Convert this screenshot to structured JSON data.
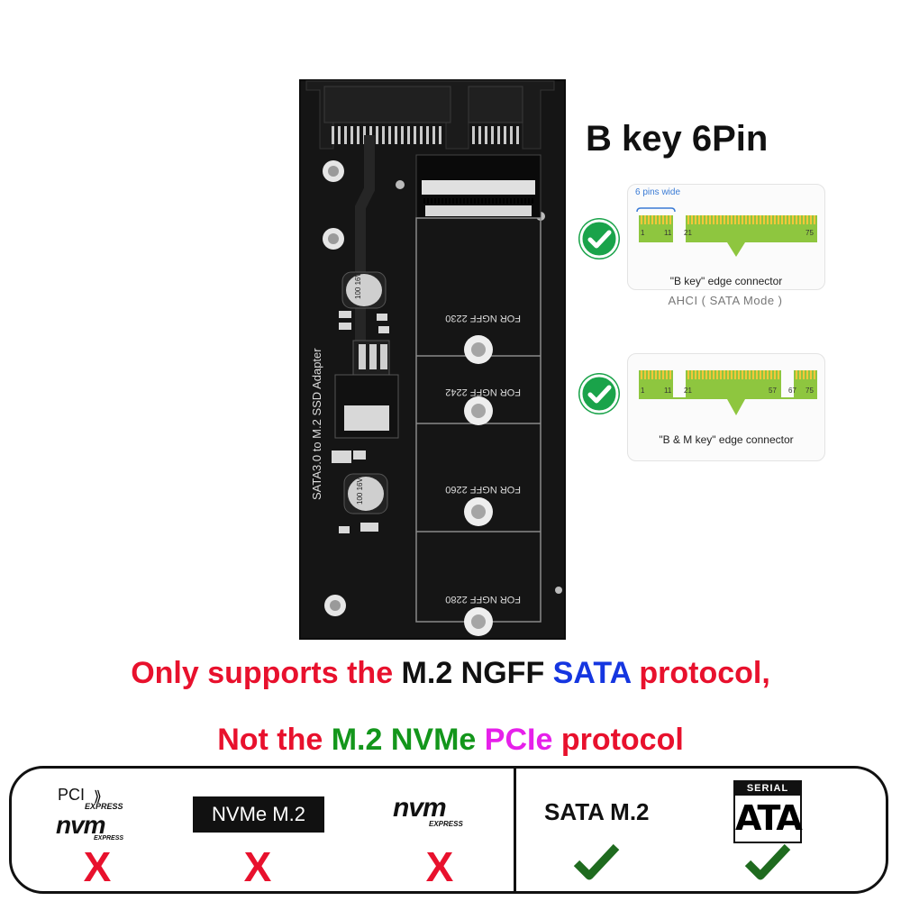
{
  "board": {
    "vertical_label": "SATA3.0 to M.2 SSD Adapter",
    "slot_labels": [
      "FOR NGFF 2230",
      "FOR NGFF 2242",
      "FOR NGFF 2260",
      "FOR NGFF 2280"
    ],
    "cap_label": "100 16V"
  },
  "right_panel": {
    "title": "B key 6Pin",
    "card_b": {
      "top_note": "6 pins wide",
      "pin_numbers": [
        "1",
        "11",
        "21",
        "75"
      ],
      "caption": "\"B key\" edge connector",
      "subcaption": "AHCI ( SATA Mode )"
    },
    "card_bm": {
      "pin_numbers": [
        "1",
        "11",
        "21",
        "57",
        "67",
        "75"
      ],
      "caption": "\"B & M key\" edge connector"
    }
  },
  "headline": {
    "line1": {
      "part1": "Only supports the ",
      "part2": "M.2 NGFF ",
      "part3": "SATA",
      "part4": " protocol,"
    },
    "line2": {
      "part1": "Not the ",
      "part2": "M.2 NVMe ",
      "part3": "PCIe",
      "part4": " protocol"
    }
  },
  "compatibility": {
    "unsupported": [
      {
        "logo_line1": "PCI",
        "logo_line2": "EXPRESS",
        "logo_line3": "nvm",
        "logo_line4": "EXPRESS",
        "mark": "X"
      },
      {
        "logo": "NVMe M.2",
        "mark": "X"
      },
      {
        "logo_line1": "nvm",
        "logo_line2": "EXPRESS",
        "mark": "X"
      }
    ],
    "supported": [
      {
        "logo": "SATA M.2"
      },
      {
        "logo_line1": "SERIAL",
        "logo_line2": "ATA"
      }
    ],
    "colors": {
      "cross": "#e8112d",
      "check": "#1f6b1f"
    }
  }
}
